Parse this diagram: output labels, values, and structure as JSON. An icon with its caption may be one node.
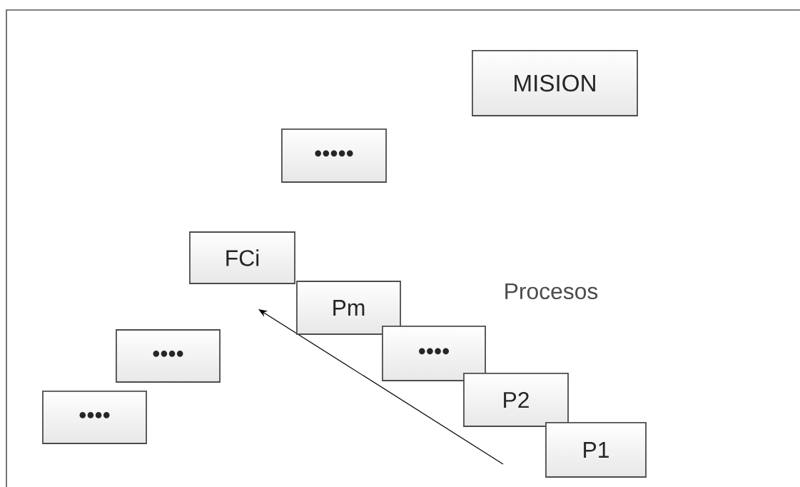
{
  "diagram": {
    "nodes": [
      {
        "text": [
          "MISION"
        ]
      },
      {
        "text": [
          "•••••"
        ]
      },
      {
        "text": [
          "FCi"
        ]
      },
      {
        "text": [
          "Pm"
        ]
      },
      {
        "text": [
          "••••"
        ]
      },
      {
        "text": [
          "••••"
        ]
      },
      {
        "text": [
          "P2"
        ]
      },
      {
        "text": [
          "••••"
        ]
      },
      {
        "text": [
          "P1"
        ]
      }
    ],
    "labels": [
      "Procesos"
    ]
  }
}
